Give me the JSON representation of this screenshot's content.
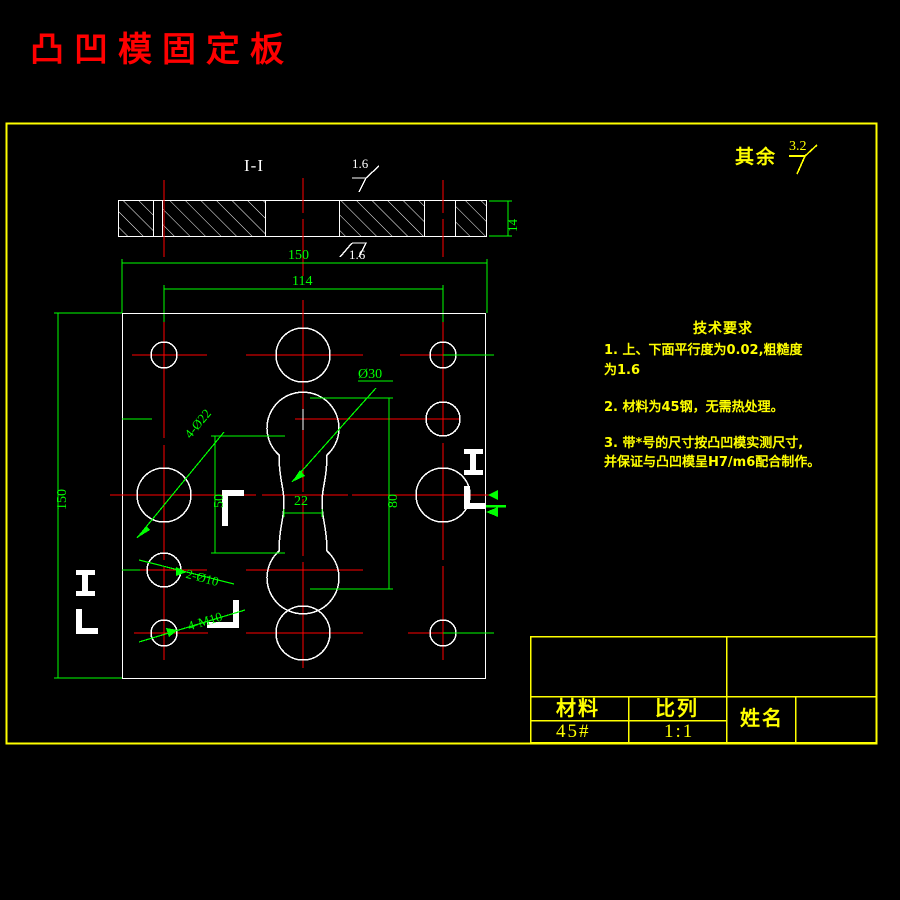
{
  "drawing": {
    "title": "凸凹模固定板",
    "title_color": "#ff0000",
    "frame_color": "#ffff00",
    "geometry_color": "#ffffff",
    "dimension_color": "#00ff00",
    "centerline_color": "#ff0000",
    "background": "#000000"
  },
  "surface_note": {
    "label": "其余",
    "value": "3.2",
    "symbol": "surface-finish-triangle"
  },
  "section_view": {
    "label": "I-I",
    "thickness": "14",
    "width": "150",
    "finish_top": "1.6",
    "finish_bottom": "1.6"
  },
  "plan_view": {
    "overall_width": "150",
    "overall_height": "150",
    "bolt_pitch": "114",
    "slot_width": "22",
    "slot_height": "80",
    "slot_inner_height": "50",
    "bore_diameter": "Ø30",
    "section_mark": "I"
  },
  "callouts": [
    {
      "id": "c1",
      "text": "4-Ø22"
    },
    {
      "id": "c2",
      "text": "2-Ø10"
    },
    {
      "id": "c3",
      "text": "4-M10"
    },
    {
      "id": "c4",
      "text": "Ø30"
    }
  ],
  "tech_notes": {
    "heading": "技术要求",
    "lines": [
      "1. 上、下面平行度为0.02,粗糙度",
      "为1.6",
      "2. 材料为45钢，无需热处理。",
      "3. 带*号的尺寸按凸凹模实测尺寸,",
      "并保证与凸凹模呈H7/m6配合制作。"
    ]
  },
  "title_block": {
    "material_header": "材料",
    "material_value": "45#",
    "scale_header": "比列",
    "scale_value": "1:1",
    "name_header": "姓名",
    "name_value": ""
  },
  "chart_data": {
    "type": "table",
    "title": "凸凹模固定板",
    "categories": [
      "材料",
      "比列",
      "姓名"
    ],
    "values": [
      "45#",
      "1:1",
      ""
    ]
  }
}
